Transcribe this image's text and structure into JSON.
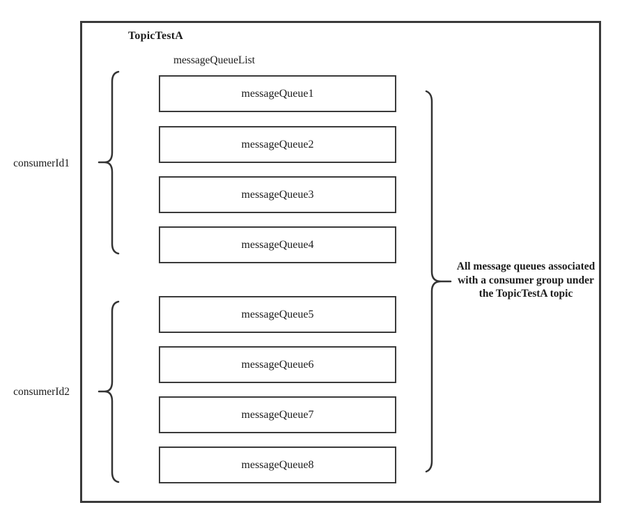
{
  "colors": {
    "background": "#ffffff",
    "line": "#3a3a3a",
    "text": "#1c1c1c"
  },
  "diagram": {
    "title": "TopicTestA",
    "queue_list_label": "messageQueueList",
    "queues": [
      "messageQueue1",
      "messageQueue2",
      "messageQueue3",
      "messageQueue4",
      "messageQueue5",
      "messageQueue6",
      "messageQueue7",
      "messageQueue8"
    ],
    "consumers": [
      {
        "label": "consumerId1",
        "grouped_queues": [
          "messageQueue1",
          "messageQueue2",
          "messageQueue3",
          "messageQueue4"
        ]
      },
      {
        "label": "consumerId2",
        "grouped_queues": [
          "messageQueue5",
          "messageQueue6",
          "messageQueue7",
          "messageQueue8"
        ]
      }
    ],
    "annotation": {
      "lines": [
        "All message queues associated",
        "with a consumer group under",
        "the TopicTestA topic"
      ]
    }
  }
}
